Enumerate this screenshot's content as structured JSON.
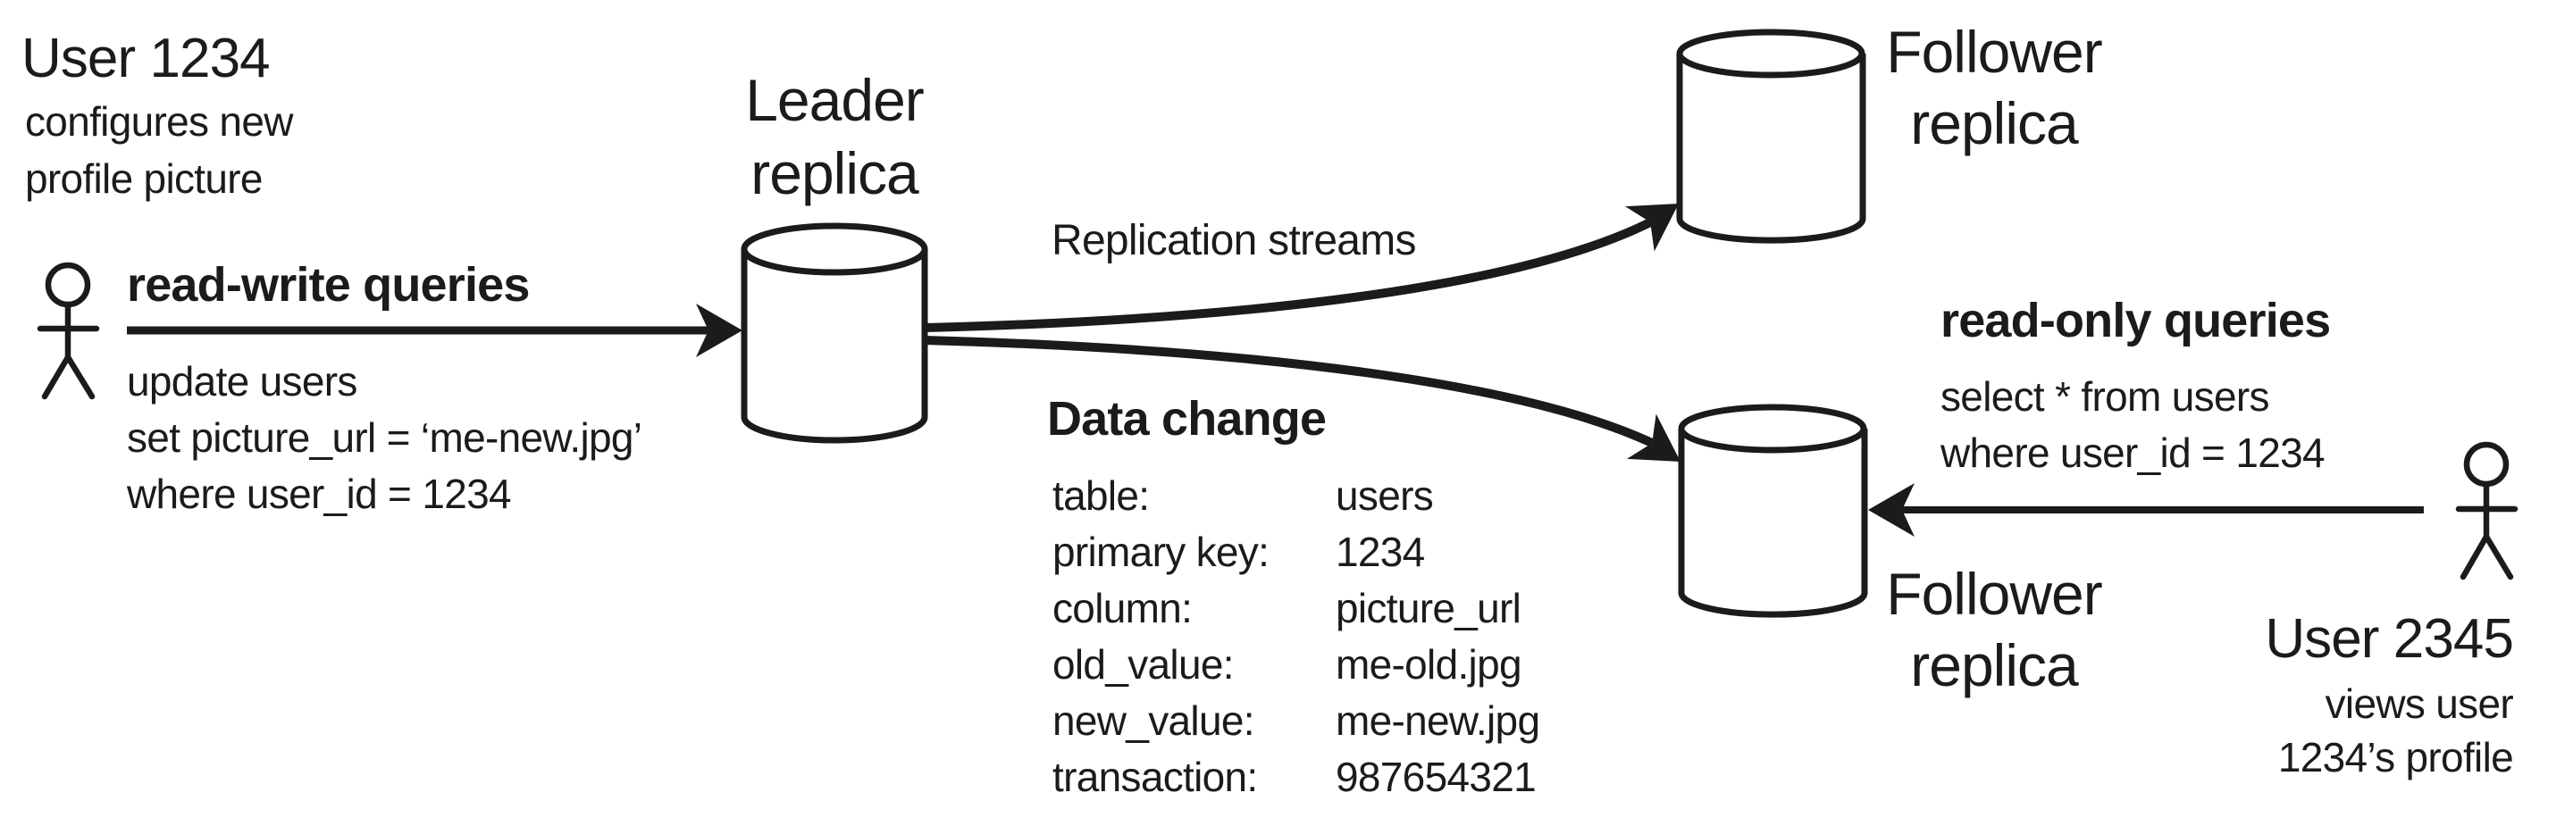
{
  "colors": {
    "ink": "#1b1b1b",
    "background": "#ffffff"
  },
  "left_user": {
    "icon": "person-stick-figure",
    "title": "User 1234",
    "subtitle_lines": [
      "configures new",
      "profile picture"
    ],
    "arrow_label": "read-write queries",
    "query_lines": [
      "update users",
      "set picture_url = ‘me-new.jpg’",
      "where user_id = 1234"
    ]
  },
  "leader": {
    "icon": "database-cylinder",
    "label_lines": [
      "Leader",
      "replica"
    ]
  },
  "replication": {
    "streams_label": "Replication streams"
  },
  "data_change": {
    "title": "Data change",
    "rows": [
      {
        "key": "table:",
        "value": "users"
      },
      {
        "key": "primary key:",
        "value": "1234"
      },
      {
        "key": "column:",
        "value": "picture_url"
      },
      {
        "key": "old_value:",
        "value": "me-old.jpg"
      },
      {
        "key": "new_value:",
        "value": "me-new.jpg"
      },
      {
        "key": "transaction:",
        "value": "987654321"
      }
    ]
  },
  "follower_top": {
    "icon": "database-cylinder",
    "label_lines": [
      "Follower",
      "replica"
    ]
  },
  "follower_bottom": {
    "icon": "database-cylinder",
    "label_lines": [
      "Follower",
      "replica"
    ]
  },
  "right_user": {
    "icon": "person-stick-figure",
    "arrow_label": "read-only queries",
    "query_lines": [
      "select * from users",
      "where user_id = 1234"
    ],
    "title": "User 2345",
    "subtitle_lines": [
      "views user",
      "1234’s profile"
    ]
  }
}
